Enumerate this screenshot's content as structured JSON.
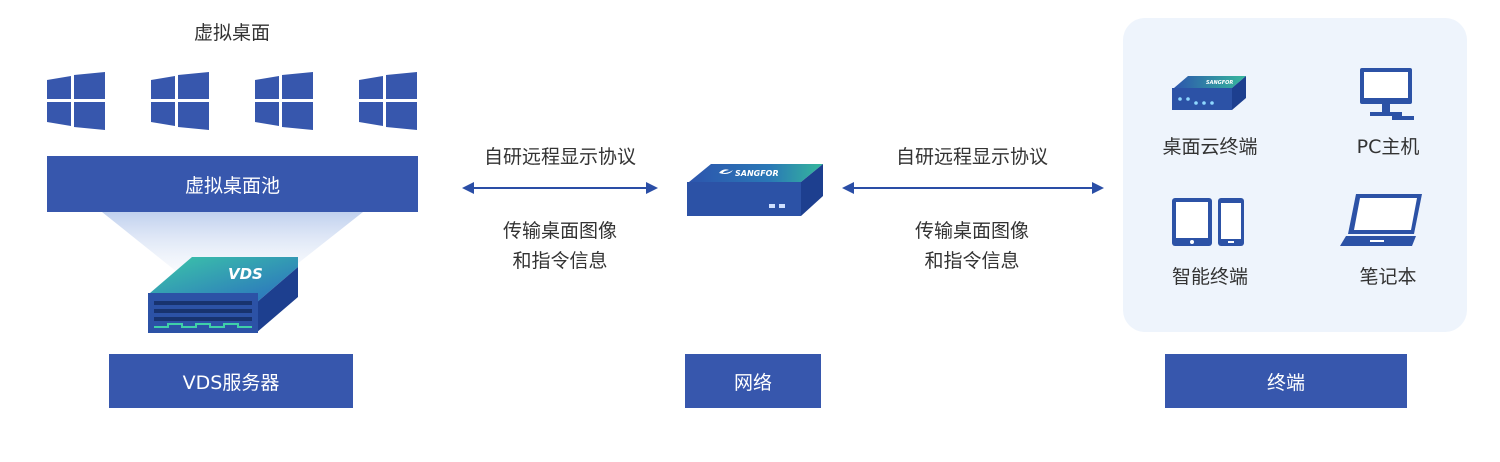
{
  "left": {
    "title": "虚拟桌面",
    "pool_label": "虚拟桌面池",
    "server_badge": "VDS",
    "server_button": "VDS服务器"
  },
  "middle": {
    "protocol_left": "自研远程显示协议",
    "detail_left_line1": "传输桌面图像",
    "detail_left_line2": "和指令信息",
    "router_brand": "SANGFOR",
    "network_button": "网络",
    "protocol_right": "自研远程显示协议",
    "detail_right_line1": "传输桌面图像",
    "detail_right_line2": "和指令信息"
  },
  "right": {
    "items": [
      {
        "label": "桌面云终端",
        "icon": "thin-client-icon"
      },
      {
        "label": "PC主机",
        "icon": "pc-monitor-icon"
      },
      {
        "label": "智能终端",
        "icon": "tablet-phone-icon"
      },
      {
        "label": "笔记本",
        "icon": "laptop-icon"
      }
    ],
    "thin_client_brand": "SANGFOR",
    "terminal_button": "终端"
  },
  "colors": {
    "primary_blue": "#3757ad",
    "panel_bg": "#eef4fc",
    "teal_accent": "#2fb59b"
  }
}
